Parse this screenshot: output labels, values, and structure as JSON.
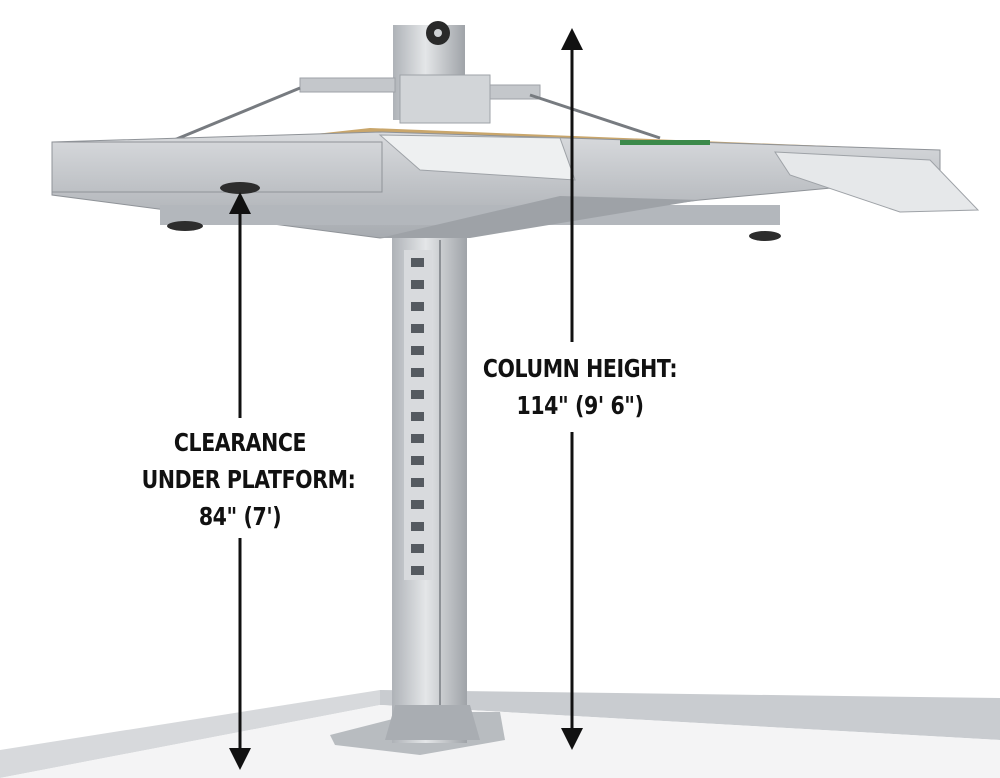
{
  "clearance_label": {
    "line1": "CLEARANCE",
    "line2": "UNDER PLATFORM:",
    "line3": "84\" (7')"
  },
  "column_label": {
    "line1": "COLUMN HEIGHT:",
    "line2": "114\" (9' 6\")"
  },
  "colors": {
    "background": "#ffffff",
    "steel": "#c9ccd0",
    "wood": "#c9a66b",
    "arrow": "#111111",
    "baseboard": "#d7d9dc"
  }
}
